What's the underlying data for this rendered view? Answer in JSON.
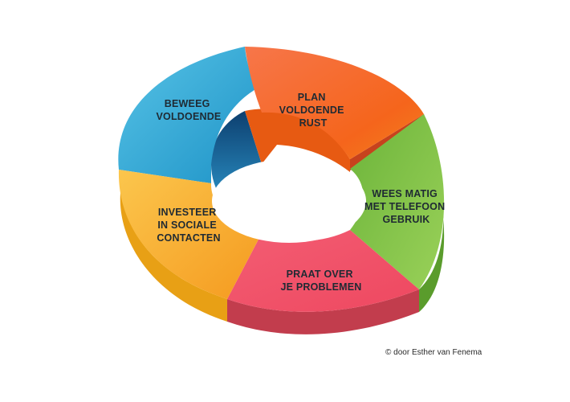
{
  "diagram": {
    "segments": [
      {
        "id": "beweeg",
        "lines": [
          "BEWEEG",
          "VOLDOENDE"
        ],
        "top": "#3db2da",
        "inner": "#0e4f86",
        "side": "#1c8fbf"
      },
      {
        "id": "plan",
        "lines": [
          "PLAN",
          "VOLDOENDE",
          "RUST"
        ],
        "top": "#f7643a",
        "inner": "#e75a12",
        "side": "#c7421d"
      },
      {
        "id": "wees",
        "lines": [
          "WEES MATIG",
          "MET TELEFOON",
          "GEBRUIK"
        ],
        "top": "#82c341",
        "inner": "#5e9a2a",
        "side": "#5a9c2c"
      },
      {
        "id": "praat",
        "lines": [
          "PRAAT OVER",
          "JE PROBLEMEN"
        ],
        "top": "#f1546a",
        "inner": "#c7384c",
        "side": "#c23d4d"
      },
      {
        "id": "investeer",
        "lines": [
          "INVESTEER",
          "IN SOCIALE",
          "CONTACTEN"
        ],
        "top": "#f9b233",
        "inner": "#f08a12",
        "side": "#e8a015"
      }
    ]
  },
  "credit": "© door Esther van Fenema"
}
